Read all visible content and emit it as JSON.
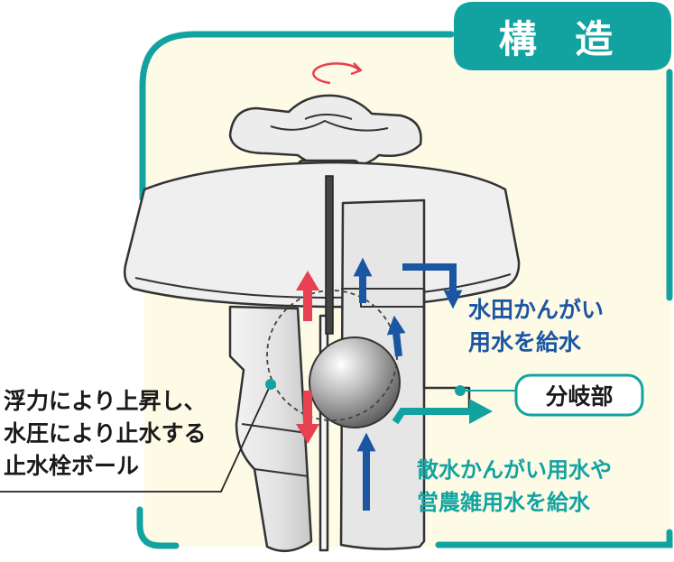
{
  "title": "構 造",
  "labels": {
    "paddy_supply_line1": "水田かんがい",
    "paddy_supply_line2": "用水を給水",
    "branch": "分岐部",
    "sprinkle_line1": "散水かんがい用水や",
    "sprinkle_line2": "営農雑用水を給水",
    "ball_line1": "浮力により上昇し、",
    "ball_line2": "水圧により止水する",
    "ball_line3": "止水栓ボール"
  },
  "colors": {
    "teal": "#12a3a1",
    "blue": "#1b56a3",
    "red": "#e84050",
    "panel": "#fdfae6"
  }
}
